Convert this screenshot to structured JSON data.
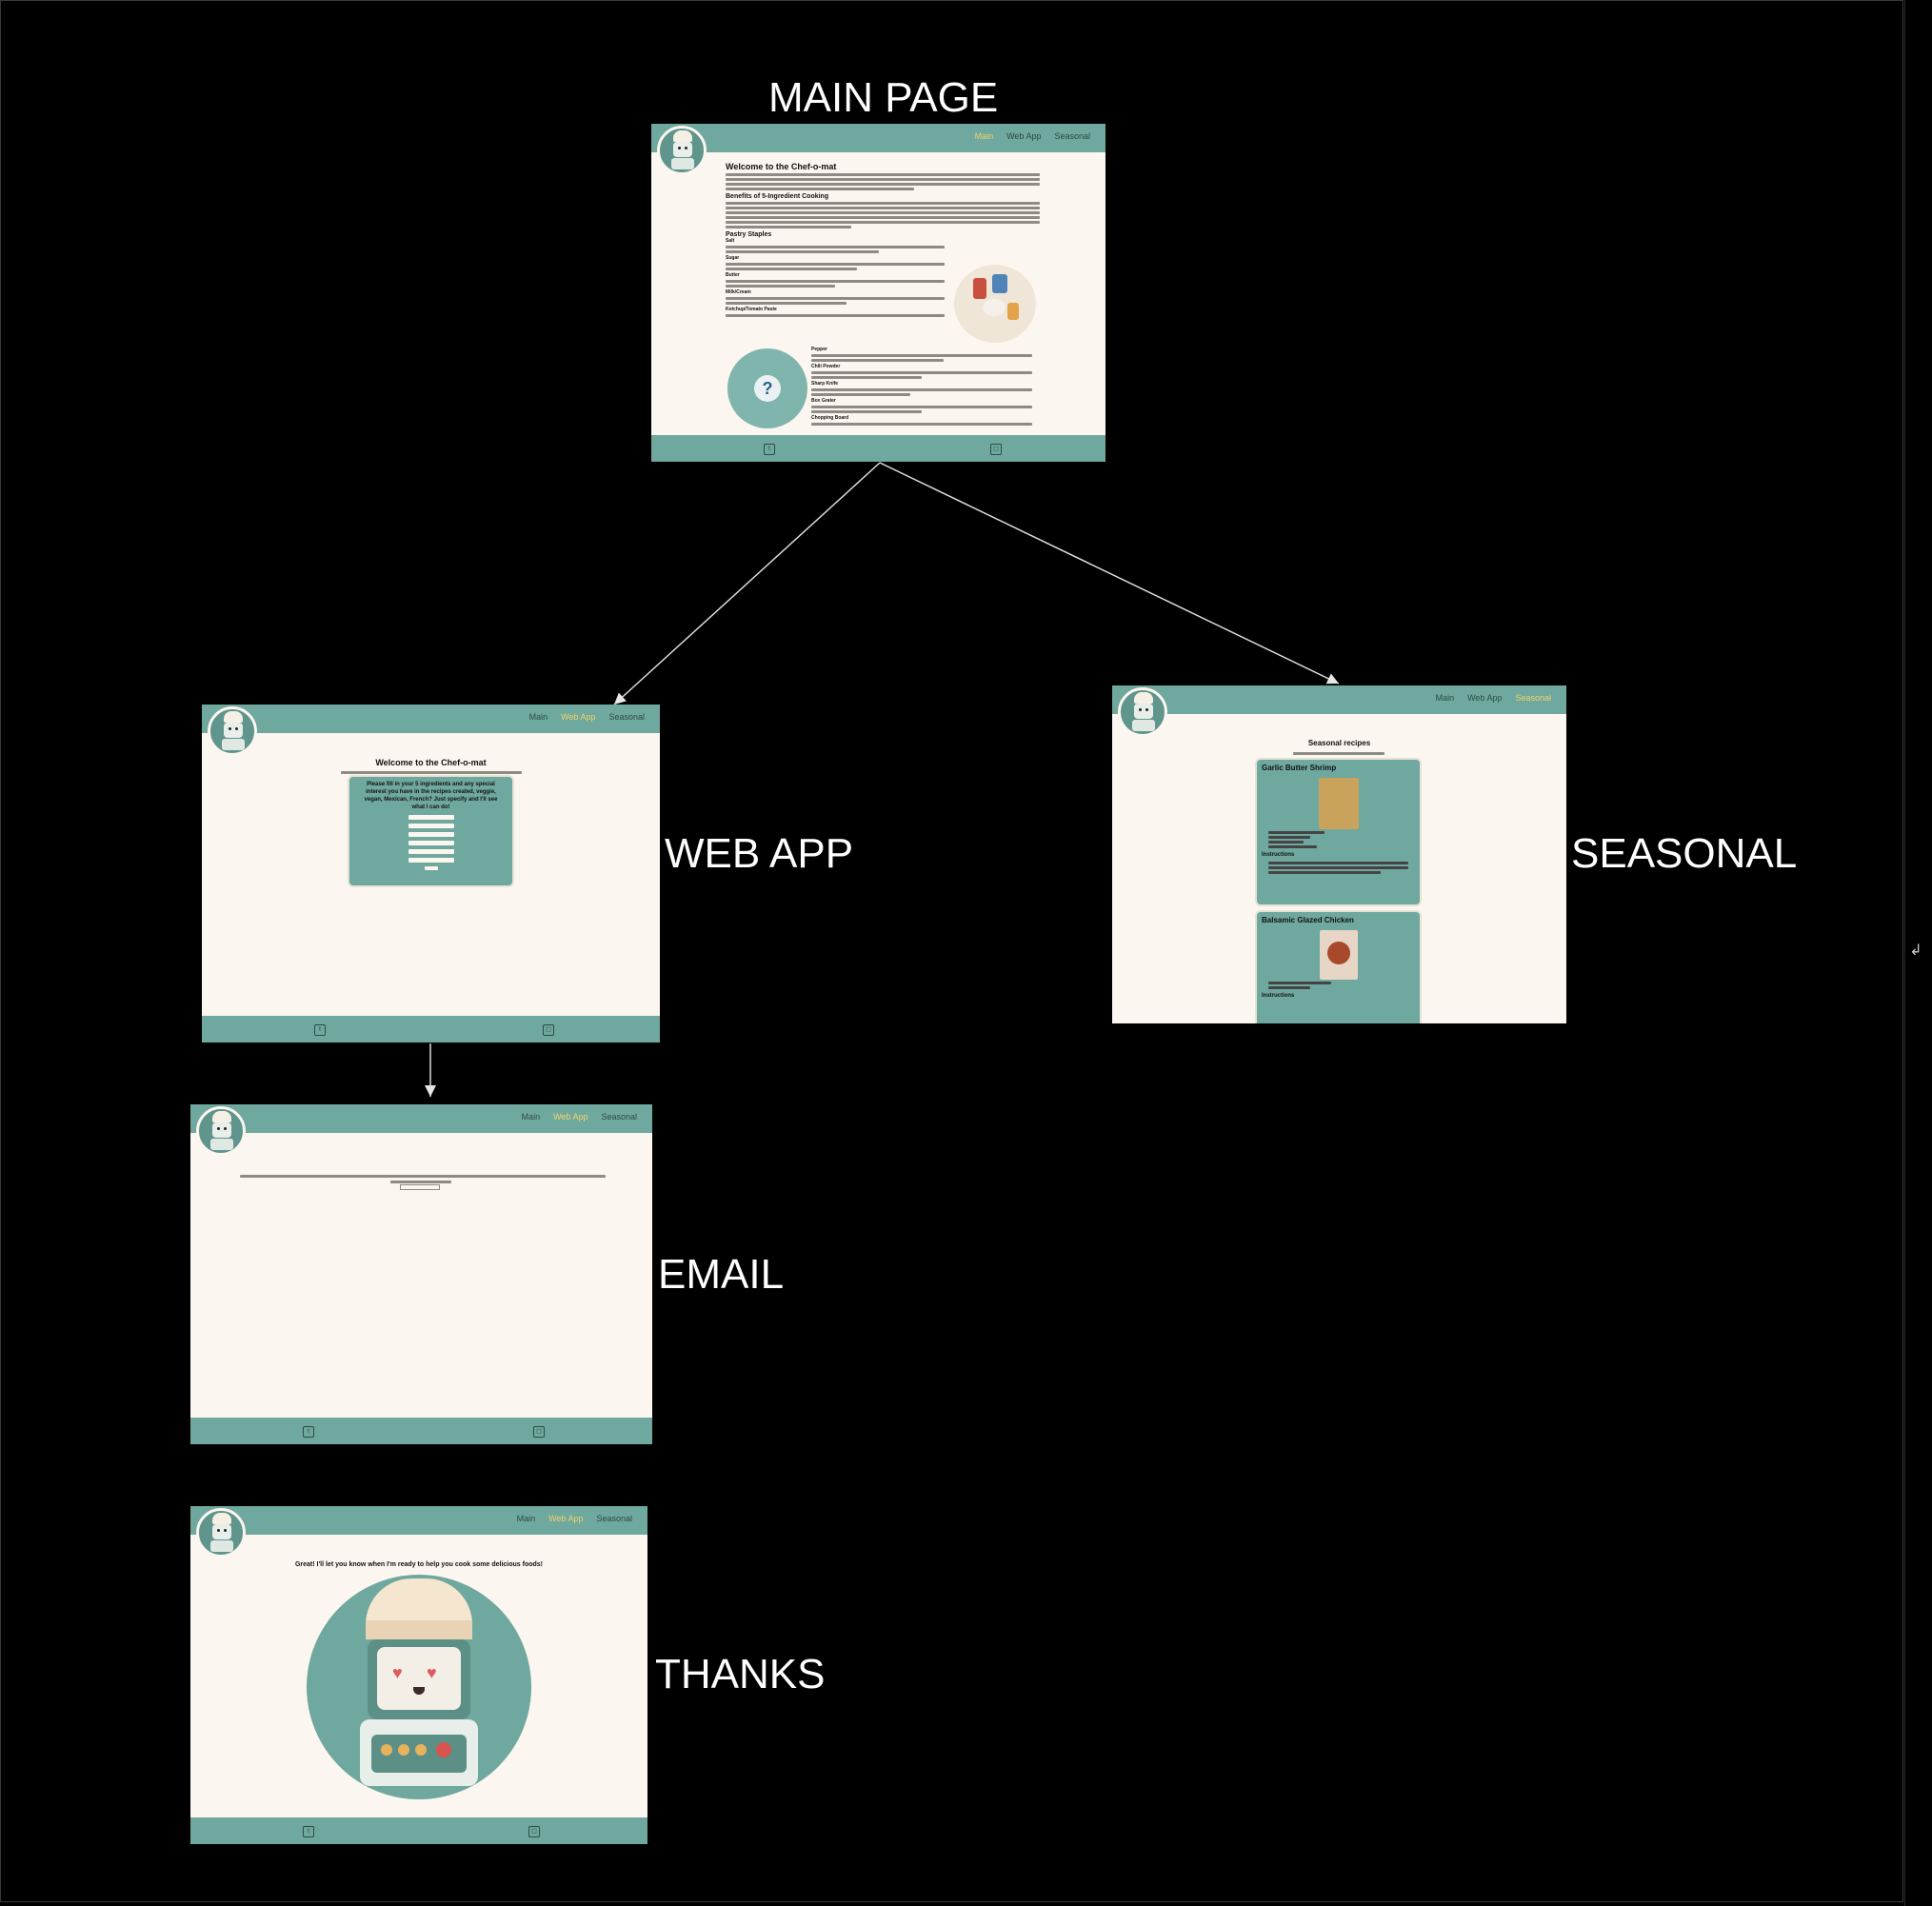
{
  "labels": {
    "main_page": "MAIN PAGE",
    "web_app": "WEB APP",
    "seasonal": "SEASONAL",
    "email": "EMAIL",
    "thanks": "THANKS"
  },
  "nav": {
    "main": "Main",
    "web_app": "Web App",
    "seasonal": "Seasonal"
  },
  "main_screen": {
    "title": "Welcome to the Chef-o-mat",
    "section_benefits": "Benefits of 5-Ingredient Cooking",
    "section_staples": "Pastry Staples",
    "staples": [
      "Salt",
      "Sugar",
      "Butter",
      "Milk/Cream",
      "Ketchup/Tomato Paste"
    ],
    "more_staples": [
      "Pepper",
      "Chili Powder",
      "Sharp Knife",
      "Box Grater",
      "Chopping Board"
    ]
  },
  "webapp_screen": {
    "title": "Welcome to the Chef-o-mat",
    "prompt": "Please fill in your 5 ingredients and any special interest you have in the recipes created, veggie, vegan, Mexican, French? Just specify and I'll see what I can do!"
  },
  "seasonal_screen": {
    "title": "Seasonal recipes",
    "recipes": [
      {
        "name": "Garlic Butter Shrimp",
        "section": "Instructions"
      },
      {
        "name": "Balsamic Glazed Chicken",
        "section": "Instructions"
      }
    ]
  },
  "thanks_screen": {
    "message": "Great! I'll let you know when I'm ready to help you cook some delicious foods!"
  },
  "colors": {
    "background": "#000000",
    "teal": "#6fa89e",
    "cream": "#fbf6ef",
    "active_nav": "#f2d36b"
  }
}
